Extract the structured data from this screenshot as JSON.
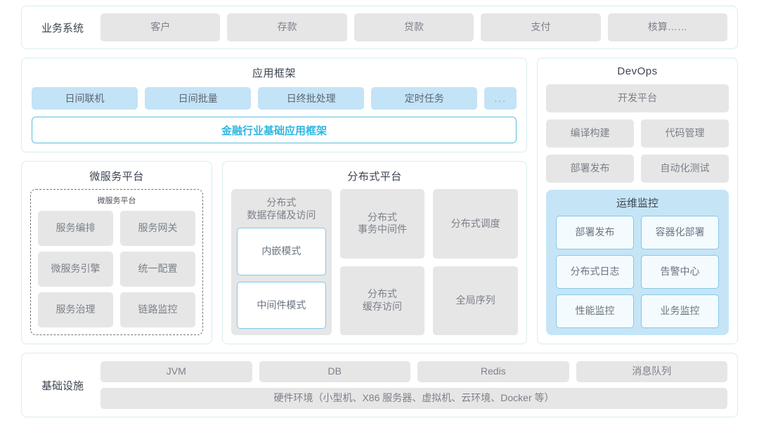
{
  "business_system": {
    "label": "业务系统",
    "items": [
      "客户",
      "存款",
      "贷款",
      "支付",
      "核算……"
    ]
  },
  "app_framework": {
    "title": "应用框架",
    "chips": [
      "日间联机",
      "日间批量",
      "日终批处理",
      "定时任务",
      "..."
    ],
    "framework_bar": "金融行业基础应用框架"
  },
  "microservice_platform": {
    "title": "微服务平台",
    "inner_title": "微服务平台",
    "items": [
      "服务编排",
      "服务网关",
      "微服务引擎",
      "统一配置",
      "服务治理",
      "链路监控"
    ]
  },
  "distributed_platform": {
    "title": "分布式平台",
    "storage_label": "分布式\n数据存储及访问",
    "storage_label_line1": "分布式",
    "storage_label_line2": "数据存储及访问",
    "storage_modes": [
      "内嵌模式",
      "中间件模式"
    ],
    "grid": [
      {
        "line1": "分布式",
        "line2": "事务中间件"
      },
      {
        "line1": "分布式调度",
        "line2": ""
      },
      {
        "line1": "分布式",
        "line2": "缓存访问"
      },
      {
        "line1": "全局序列",
        "line2": ""
      }
    ]
  },
  "devops": {
    "title": "DevOps",
    "dev_platform": "开发平台",
    "pairs": [
      [
        "编译构建",
        "代码管理"
      ],
      [
        "部署发布",
        "自动化测试"
      ]
    ],
    "ops_monitor": {
      "title": "运维监控",
      "items": [
        "部署发布",
        "容器化部署",
        "分布式日志",
        "告警中心",
        "性能监控",
        "业务监控"
      ]
    }
  },
  "infrastructure": {
    "label": "基础设施",
    "items": [
      "JVM",
      "DB",
      "Redis",
      "消息队列"
    ],
    "hardware": "硬件环境（小型机、X86 服务器、虚拟机、云环境、Docker 等）"
  },
  "colors": {
    "card_border": "#d9ecef",
    "chip_gray": "#e6e6e6",
    "chip_blue": "#c3e3f7",
    "accent_teal": "#2db7e0",
    "ops_bg": "#c5e5f7",
    "text_dark": "#3d4450",
    "text_gray": "#7b8089"
  }
}
